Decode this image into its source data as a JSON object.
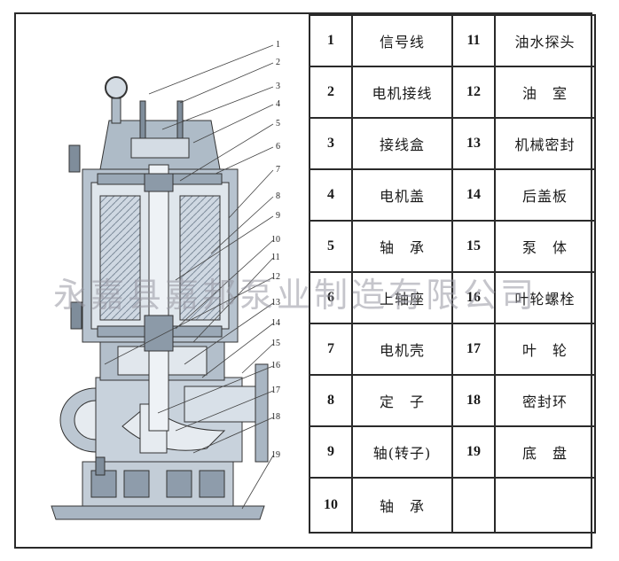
{
  "callouts": [
    "1",
    "2",
    "3",
    "4",
    "5",
    "6",
    "7",
    "8",
    "9",
    "10",
    "11",
    "12",
    "13",
    "14",
    "15",
    "16",
    "17",
    "18",
    "19"
  ],
  "legend": [
    {
      "left": {
        "num": "1",
        "name": "信号线"
      },
      "right": {
        "num": "11",
        "name": "油水探头"
      }
    },
    {
      "left": {
        "num": "2",
        "name": "电机接线"
      },
      "right": {
        "num": "12",
        "name": "油　室"
      }
    },
    {
      "left": {
        "num": "3",
        "name": "接线盒"
      },
      "right": {
        "num": "13",
        "name": "机械密封"
      }
    },
    {
      "left": {
        "num": "4",
        "name": "电机盖"
      },
      "right": {
        "num": "14",
        "name": "后盖板"
      }
    },
    {
      "left": {
        "num": "5",
        "name": "轴　承"
      },
      "right": {
        "num": "15",
        "name": "泵　体"
      }
    },
    {
      "left": {
        "num": "6",
        "name": "上轴座"
      },
      "right": {
        "num": "16",
        "name": "叶轮螺栓"
      }
    },
    {
      "left": {
        "num": "7",
        "name": "电机壳"
      },
      "right": {
        "num": "17",
        "name": "叶　轮"
      }
    },
    {
      "left": {
        "num": "8",
        "name": "定　子"
      },
      "right": {
        "num": "18",
        "name": "密封环"
      }
    },
    {
      "left": {
        "num": "9",
        "name": "轴(转子)"
      },
      "right": {
        "num": "19",
        "name": "底　盘"
      }
    },
    {
      "left": {
        "num": "10",
        "name": "轴　承"
      },
      "right": {
        "num": "",
        "name": ""
      }
    }
  ],
  "watermark": "永嘉县嘉邦泵业制造有限公司"
}
